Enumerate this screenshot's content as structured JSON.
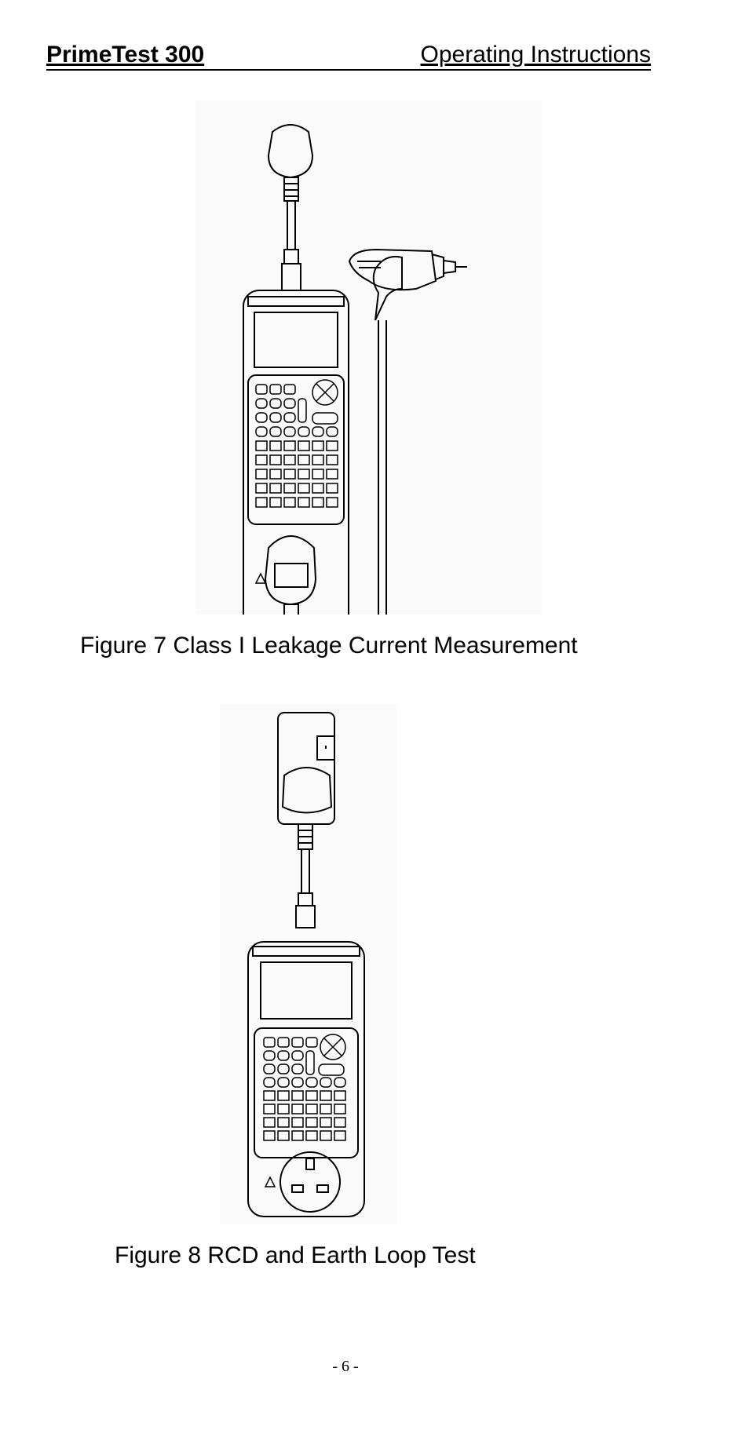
{
  "header": {
    "left": "PrimeTest 300",
    "right": "Operating Instructions"
  },
  "figures": [
    {
      "caption": "Figure 7  Class I Leakage Current Measurement"
    },
    {
      "caption": "Figure 8 RCD and Earth Loop Test"
    }
  ],
  "page_number": "- 6 -"
}
